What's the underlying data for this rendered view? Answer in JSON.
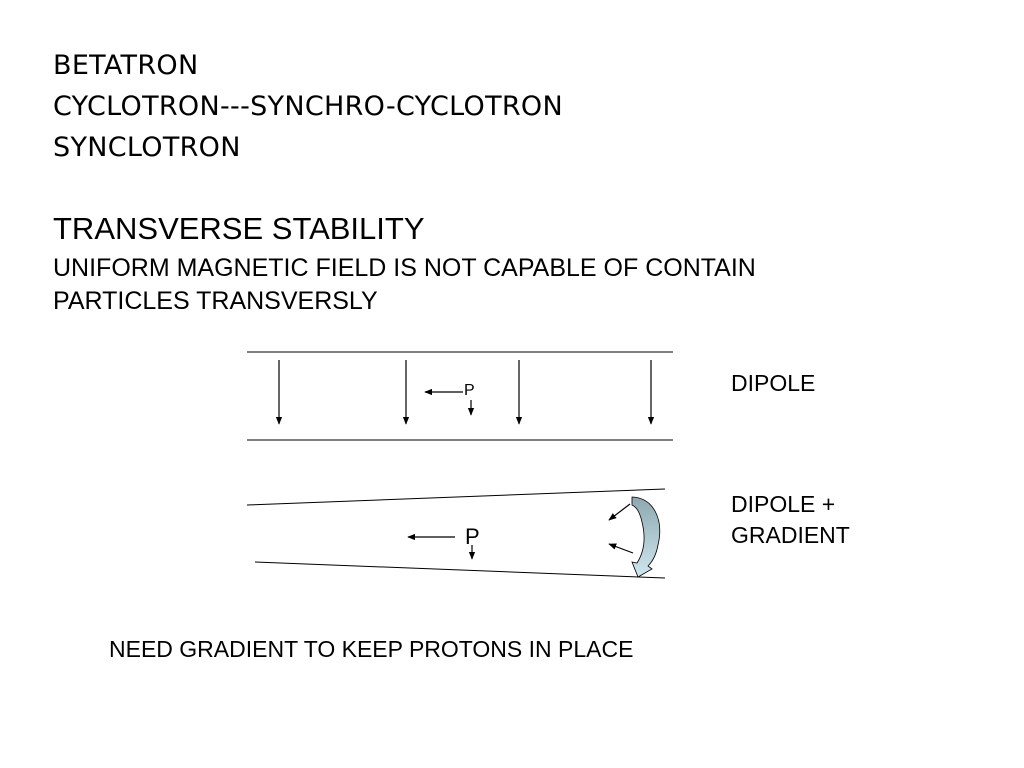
{
  "slide": {
    "title_lines": [
      "BETATRON",
      "CYCLOTRON---SYNCHRO-CYCLOTRON",
      "SYNCLOTRON"
    ],
    "subheading": "TRANSVERSE STABILITY",
    "body_lines": [
      "UNIFORM MAGNETIC FIELD IS NOT CAPABLE OF CONTAIN",
      "PARTICLES TRANSVERSLY"
    ],
    "footer": "NEED GRADIENT TO KEEP PROTONS IN PLACE"
  },
  "diagram": {
    "dipole": {
      "label": "DIPOLE",
      "particle_label": "P"
    },
    "gradient": {
      "label_lines": [
        "DIPOLE +",
        "GRADIENT"
      ],
      "particle_label": "P"
    },
    "colors": {
      "line": "#000000",
      "curved_arrow_dark": "#8fa8b0",
      "curved_arrow_light": "#cfe6ee"
    }
  }
}
